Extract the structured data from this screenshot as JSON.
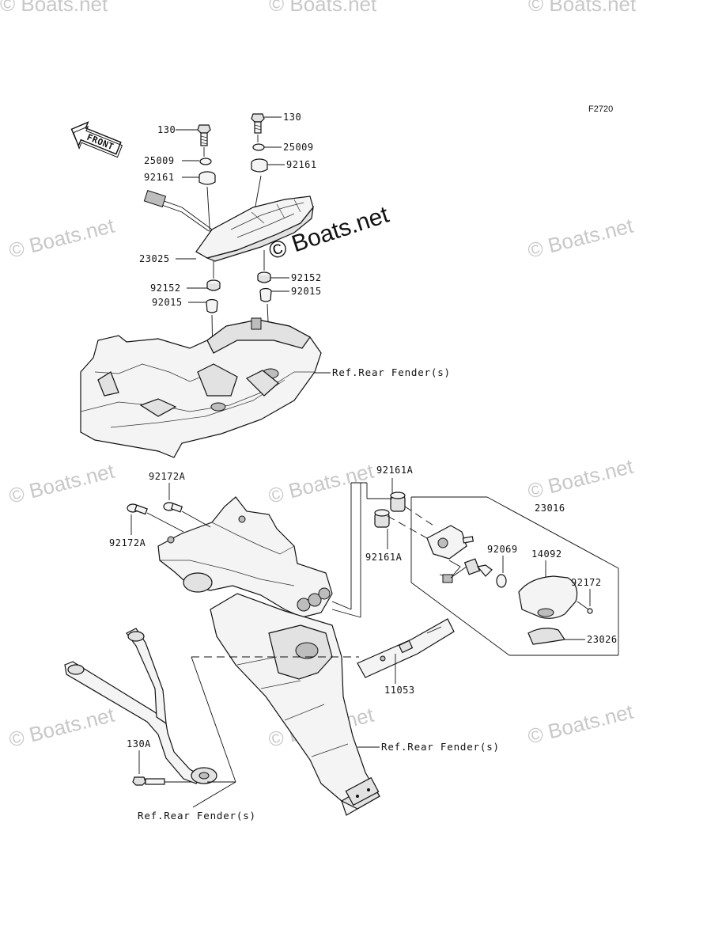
{
  "figure_code": "F2720",
  "front_label": "FRONT",
  "watermark": "© Boats.net",
  "labels": {
    "l130_a": "130",
    "l130_b": "130",
    "l25009_a": "25009",
    "l25009_b": "25009",
    "l92161_a": "92161",
    "l92161_b": "92161",
    "l23025": "23025",
    "l92152_a": "92152",
    "l92152_b": "92152",
    "l92015_a": "92015",
    "l92015_b": "92015",
    "ref_upper": "Ref.Rear Fender(s)",
    "l92172A_a": "92172A",
    "l92172A_b": "92172A",
    "l92161A_a": "92161A",
    "l92161A_b": "92161A",
    "l23016": "23016",
    "l92069": "92069",
    "l14092": "14092",
    "l92172": "92172",
    "l23026": "23026",
    "l11053": "11053",
    "l130A": "130A",
    "ref_mid": "Ref.Rear Fender(s)",
    "ref_low": "Ref.Rear Fender(s)"
  }
}
